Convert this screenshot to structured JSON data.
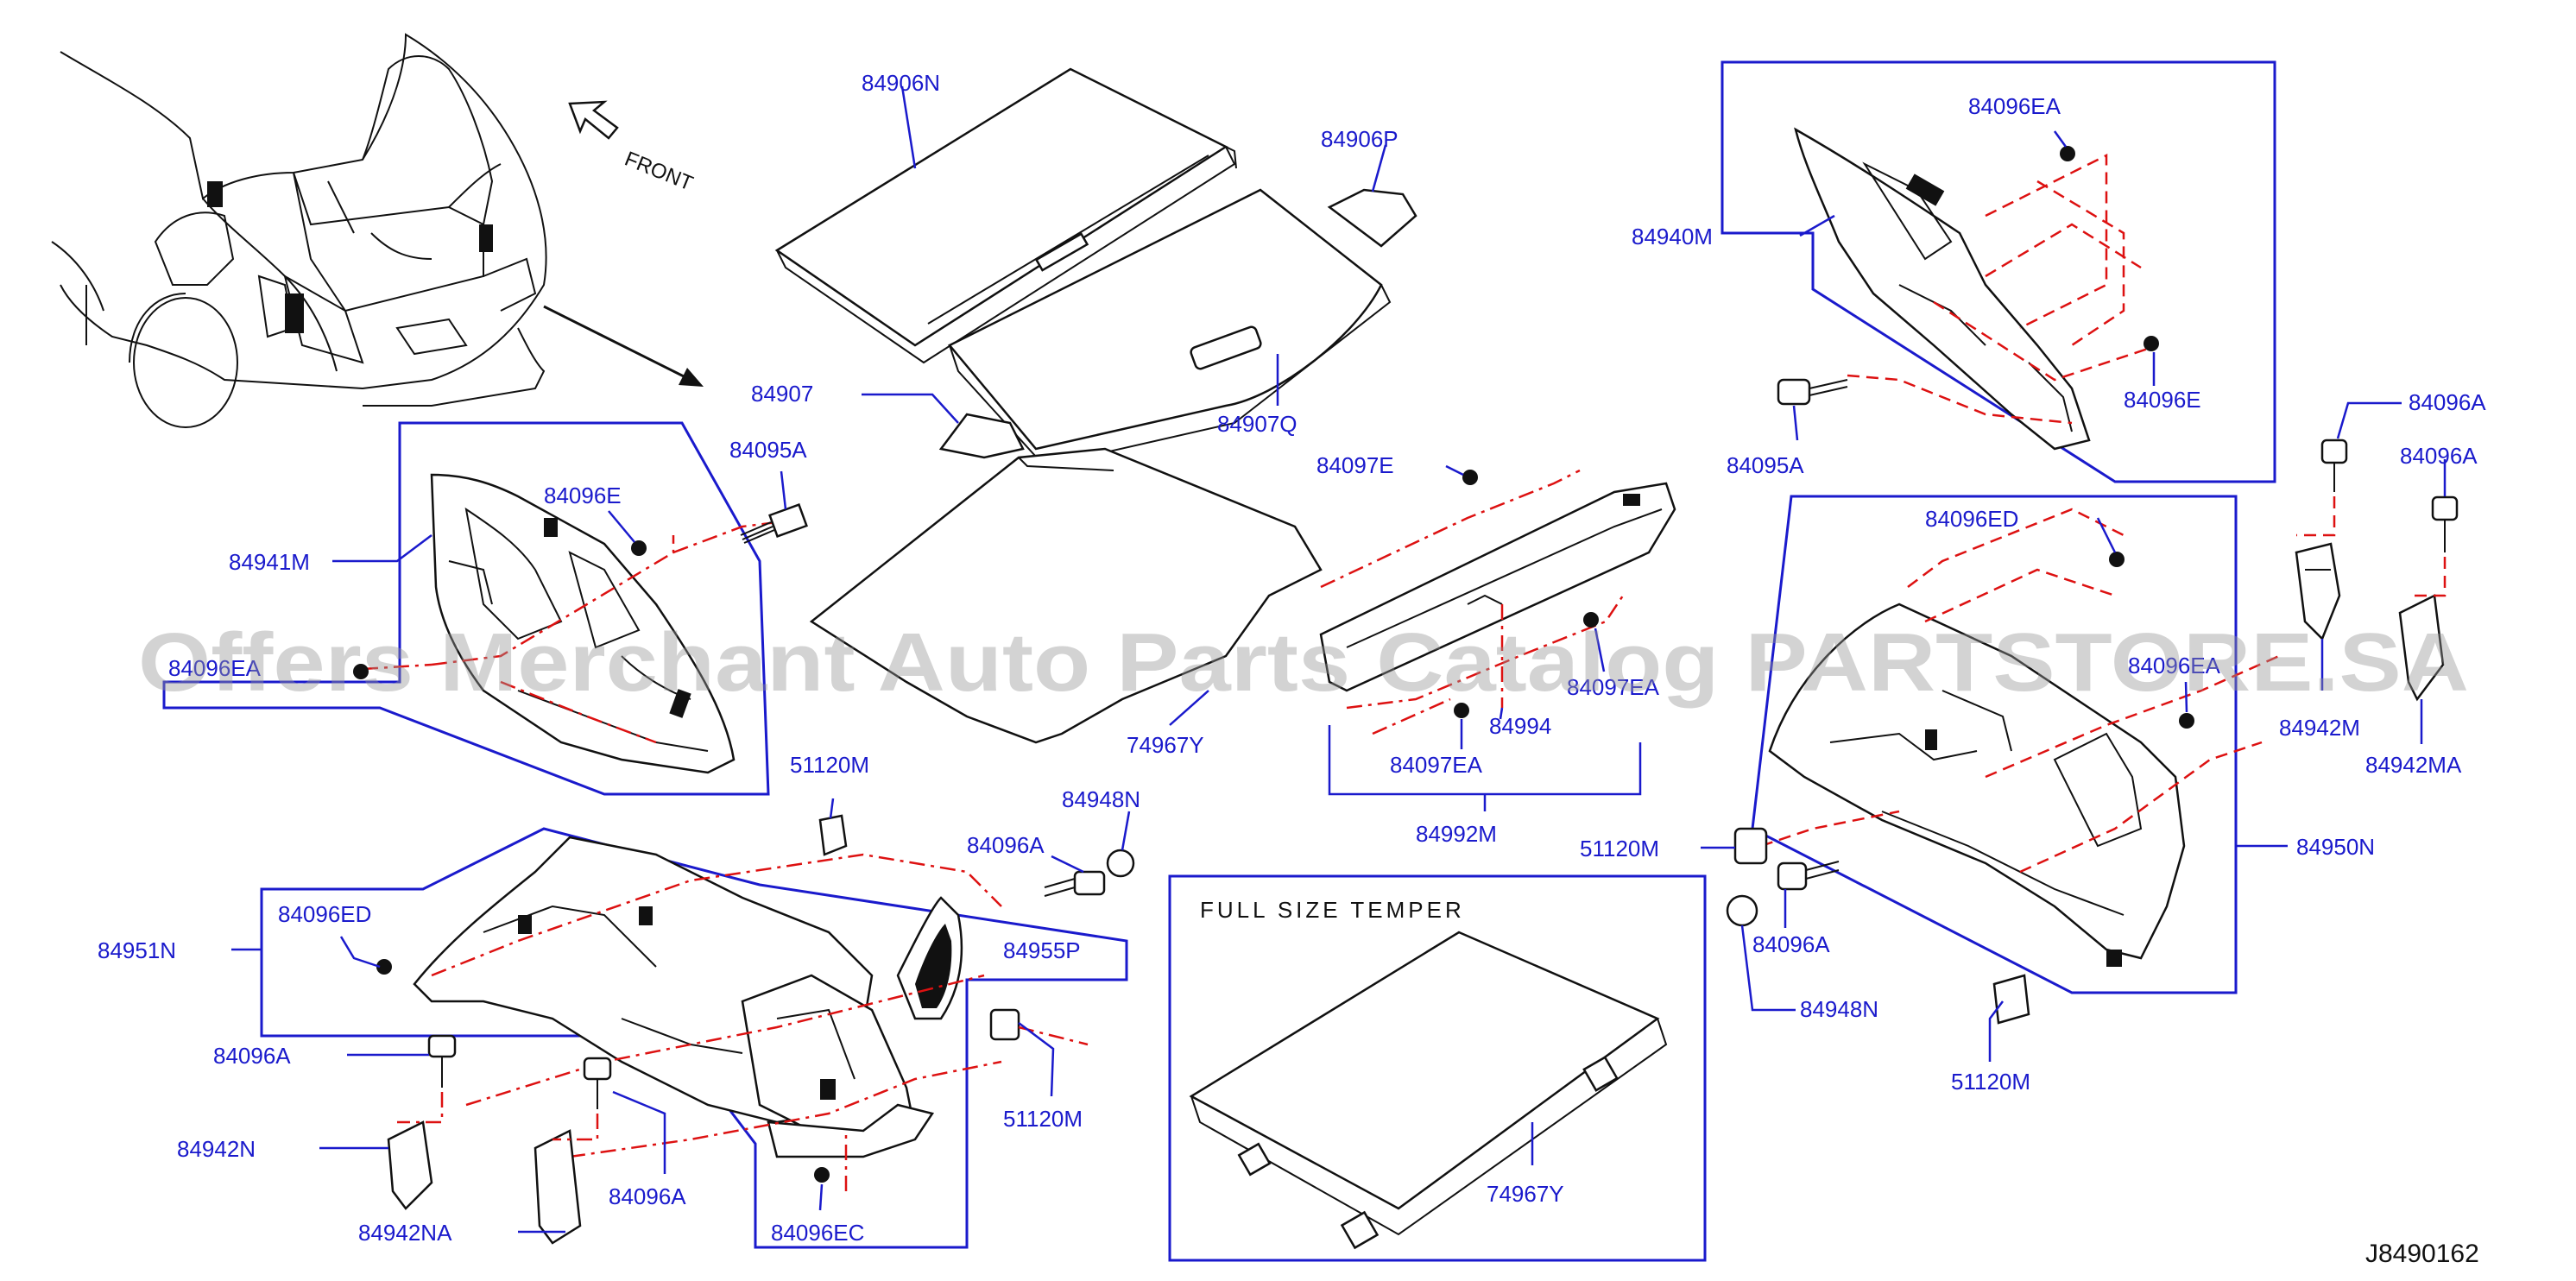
{
  "diagram_code": "J8490162",
  "direction_label": "FRONT",
  "inset_note": "FULL   SIZE   TEMPER",
  "watermark": "Offers Merchant Auto Parts Catalog PARTSTORE.SA",
  "colors": {
    "part_number": "#1a1acc",
    "leader": "#1a1acc",
    "phantom_line": "#dd1111",
    "outline": "#111111"
  },
  "labels": {
    "p84906N": "84906N",
    "p84906P": "84906P",
    "p84907": "84907",
    "p84907Q": "84907Q",
    "p74967Y_a": "74967Y",
    "p74967Y_b": "74967Y",
    "p84941M": "84941M",
    "p84096E_a": "84096E",
    "p84095A_a": "84095A",
    "p84096EA_a": "84096EA",
    "p84940M": "84940M",
    "p84096EA_b": "84096EA",
    "p84096E_b": "84096E",
    "p84095A_b": "84095A",
    "p84097E": "84097E",
    "p84097EA_a": "84097EA",
    "p84994": "84994",
    "p84097EA_b": "84097EA",
    "p84992M": "84992M",
    "p84096ED_a": "84096ED",
    "p84096A_a": "84096A",
    "p84096A_b": "84096A",
    "p84096EA_c": "84096EA",
    "p84942M": "84942M",
    "p84942MA": "84942MA",
    "p84950N": "84950N",
    "p51120M_a": "51120M",
    "p84096A_c": "84096A",
    "p84948N_a": "84948N",
    "p51120M_b": "51120M",
    "p51120M_c": "51120M",
    "p84948N_b": "84948N",
    "p84096A_d": "84096A",
    "p84955P": "84955P",
    "p84951N": "84951N",
    "p84096ED_b": "84096ED",
    "p84096A_e": "84096A",
    "p84942N": "84942N",
    "p84942NA": "84942NA",
    "p84096A_f": "84096A",
    "p84096EC": "84096EC",
    "p51120M_d": "51120M"
  }
}
